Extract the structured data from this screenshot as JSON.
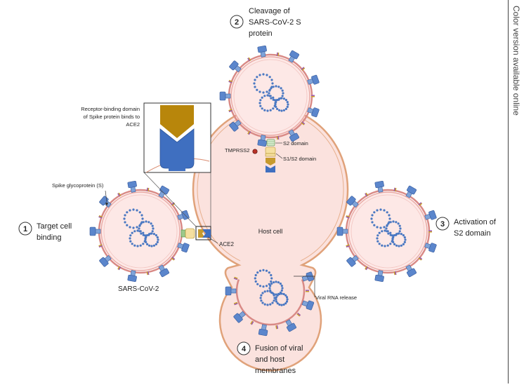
{
  "side_note": "Color version available online",
  "steps": [
    {
      "num": "1",
      "line1": "Target cell",
      "line2": "binding",
      "line3": ""
    },
    {
      "num": "2",
      "line1": "Cleavage of",
      "line2": "SARS-CoV-2 S",
      "line3": "protein"
    },
    {
      "num": "3",
      "line1": "Activation of",
      "line2": "S2 domain",
      "line3": ""
    },
    {
      "num": "4",
      "line1": "Fusion of viral",
      "line2": "and host",
      "line3": "membranes"
    }
  ],
  "labels": {
    "rbd_line1": "Receptor-binding domain",
    "rbd_line2": "of Spike protein binds to",
    "rbd_line3": "ACE2",
    "spike": "Spike glycoprotein (S)",
    "virus": "SARS-CoV-2",
    "ace2": "ACE2",
    "host_cell": "Host cell",
    "viral_rna": "Viral RNA release",
    "tmprss2": "TMPRSS2",
    "s2_domain": "S2 domain",
    "s1s2_domain": "S1/S2 domain"
  },
  "colors": {
    "membrane_outer": "#d98a86",
    "membrane_fill": "#fde8e6",
    "host_fill": "#fbe4e1",
    "spike_blue": "#4a78c2",
    "rbd_gold": "#b8860b",
    "rna_dot": "#4a78c2",
    "tmprss2": "#c0392b",
    "s2_green": "#9cc98a",
    "s1s2_yellow": "#f5dfa0"
  }
}
